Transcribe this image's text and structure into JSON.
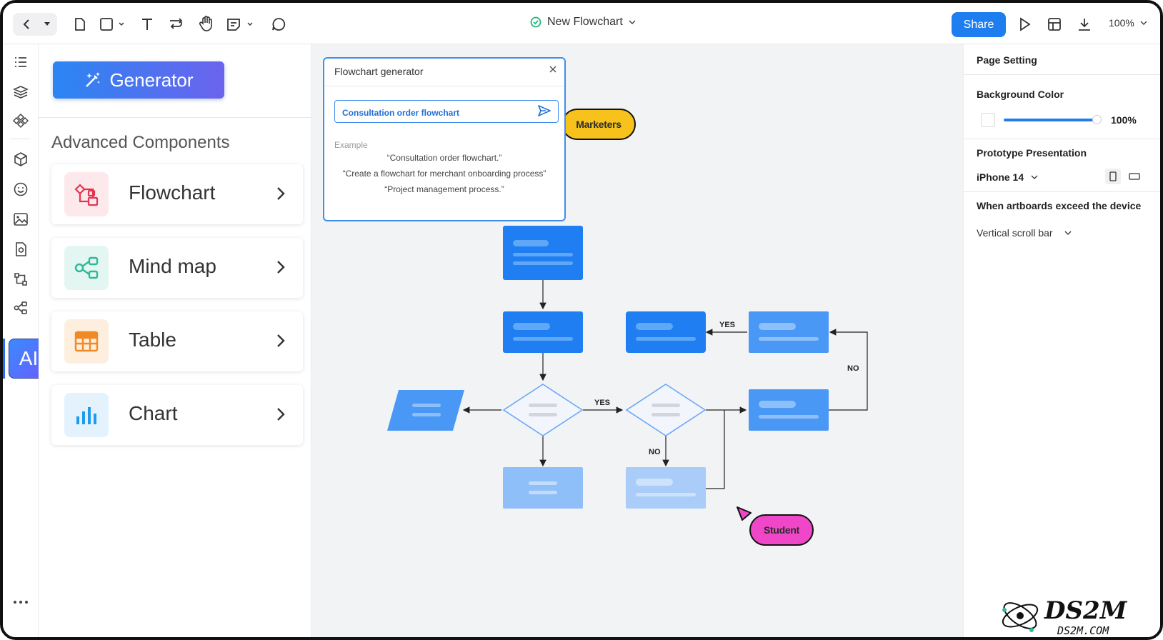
{
  "toolbar": {
    "title": "New Flowchart",
    "share_label": "Share",
    "zoom_label": "100%"
  },
  "left_panel": {
    "generator_label": "Generator",
    "section_title": "Advanced Components",
    "cards": [
      {
        "label": "Flowchart",
        "icon": "flowchart-icon",
        "color": "#e5344f",
        "bg": "#fde8ec"
      },
      {
        "label": "Mind map",
        "icon": "mind-map-icon",
        "color": "#2fb89a",
        "bg": "#e3f6f1"
      },
      {
        "label": "Table",
        "icon": "table-icon",
        "color": "#f08a24",
        "bg": "#fdeedd"
      },
      {
        "label": "Chart",
        "icon": "chart-icon",
        "color": "#1e9bf0",
        "bg": "#e3f2fd"
      }
    ]
  },
  "rail": {
    "ai_label": "AI"
  },
  "generator_popup": {
    "title": "Flowchart generator",
    "input_value": "Consultation order flowchart",
    "example_label": "Example",
    "examples": [
      "“Consultation order flowchart.”",
      "“Create a flowchart for merchant onboarding process”",
      "“Project management process.”"
    ]
  },
  "cursors": {
    "marketers": "Marketers",
    "student": "Student"
  },
  "flow": {
    "yes1": "YES",
    "yes2": "YES",
    "no1": "NO",
    "no2": "NO"
  },
  "right_panel": {
    "page_setting": "Page Setting",
    "background_color": "Background Color",
    "bg_opacity": "100%",
    "prototype_presentation": "Prototype Presentation",
    "device": "iPhone 14",
    "exceed_title": "When artboards exceed the device",
    "scroll_option": "Vertical scroll bar"
  },
  "watermark": {
    "brand": "DS2M",
    "domain": "DS2M.COM"
  },
  "colors": {
    "accent": "#1e7ef0",
    "node_dark": "#1f7ef2",
    "node_mid": "#4a98f5",
    "node_light": "#8fbff8",
    "marketers": "#f7c21b",
    "student": "#f046c8"
  }
}
